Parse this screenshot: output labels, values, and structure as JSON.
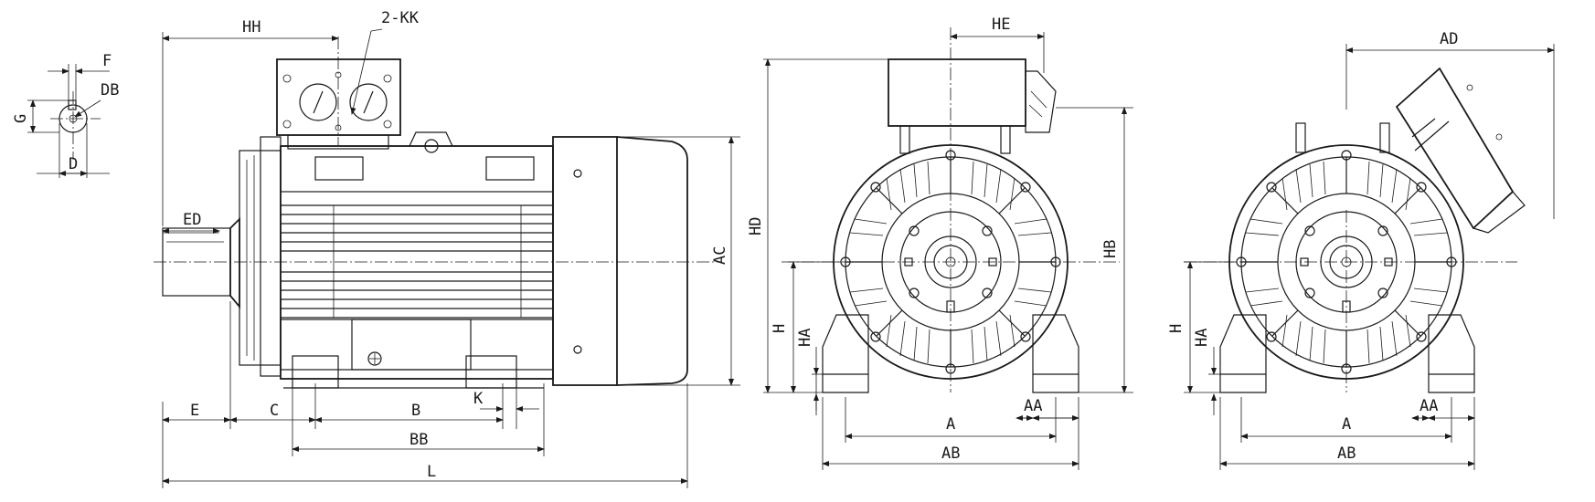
{
  "labels": {
    "f": "F",
    "db": "DB",
    "g": "G",
    "d": "D",
    "hh": "HH",
    "kk": "2-KK",
    "ed": "ED",
    "ac": "AC",
    "e": "E",
    "c": "C",
    "b": "B",
    "k": "K",
    "bb": "BB",
    "l": "L",
    "he": "HE",
    "hd": "HD",
    "hb": "HB",
    "h1": "H",
    "ha1": "HA",
    "a1": "A",
    "aa1": "AA",
    "ab1": "AB",
    "ad": "AD",
    "h2": "H",
    "ha2": "HA",
    "a2": "A",
    "aa2": "AA",
    "ab2": "AB"
  },
  "colors": {
    "line": "#1a1a1a",
    "background": "#ffffff"
  }
}
